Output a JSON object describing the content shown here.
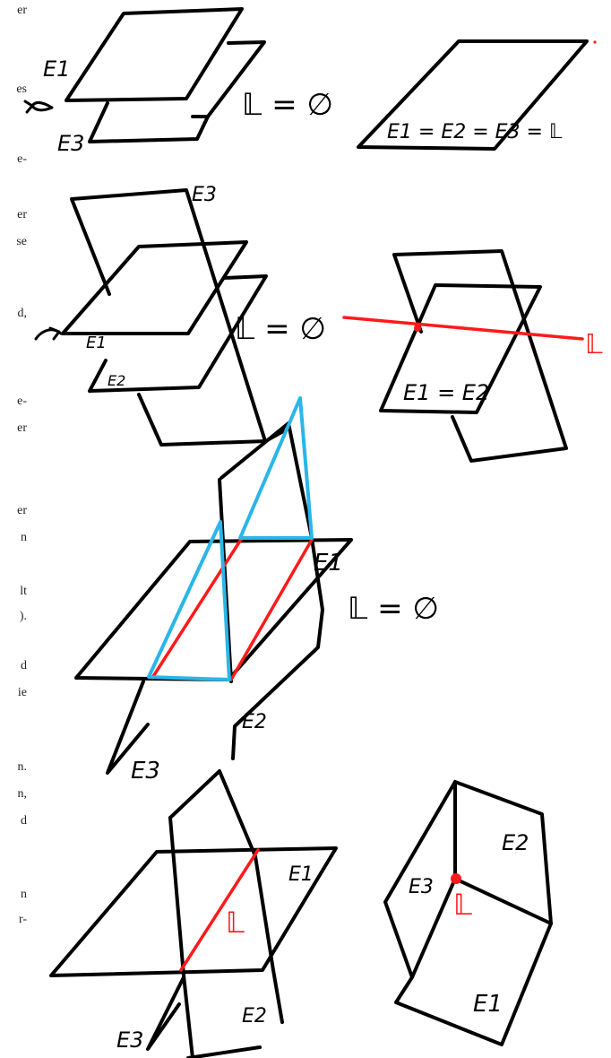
{
  "edge_text": [
    "er",
    "es",
    "e-",
    "er",
    "se",
    "d,",
    "e-",
    "er",
    "er",
    "n",
    "lt",
    ").",
    "d",
    "ie",
    "n.",
    "n,",
    "d",
    "n",
    "r-"
  ],
  "panels": {
    "p1": {
      "e1": "E1",
      "e3": "E3",
      "result": "𝕃 = ∅"
    },
    "p2": {
      "eq": "E1 = E2 = E3 = 𝕃"
    },
    "p3": {
      "e1": "E1",
      "e2": "E2",
      "e3": "E3",
      "result": "𝕃 = ∅"
    },
    "p4": {
      "eq": "E1 = E2",
      "line": "𝕃"
    },
    "p5": {
      "e1": "E1",
      "e2": "E2",
      "e3": "E3",
      "result": "𝕃 = ∅"
    },
    "p6": {
      "e1": "E1",
      "e2": "E2",
      "e3": "E3",
      "line": "𝕃"
    },
    "p7": {
      "e1": "E1",
      "e2": "E2",
      "e3": "E3",
      "point": "𝕃"
    }
  }
}
